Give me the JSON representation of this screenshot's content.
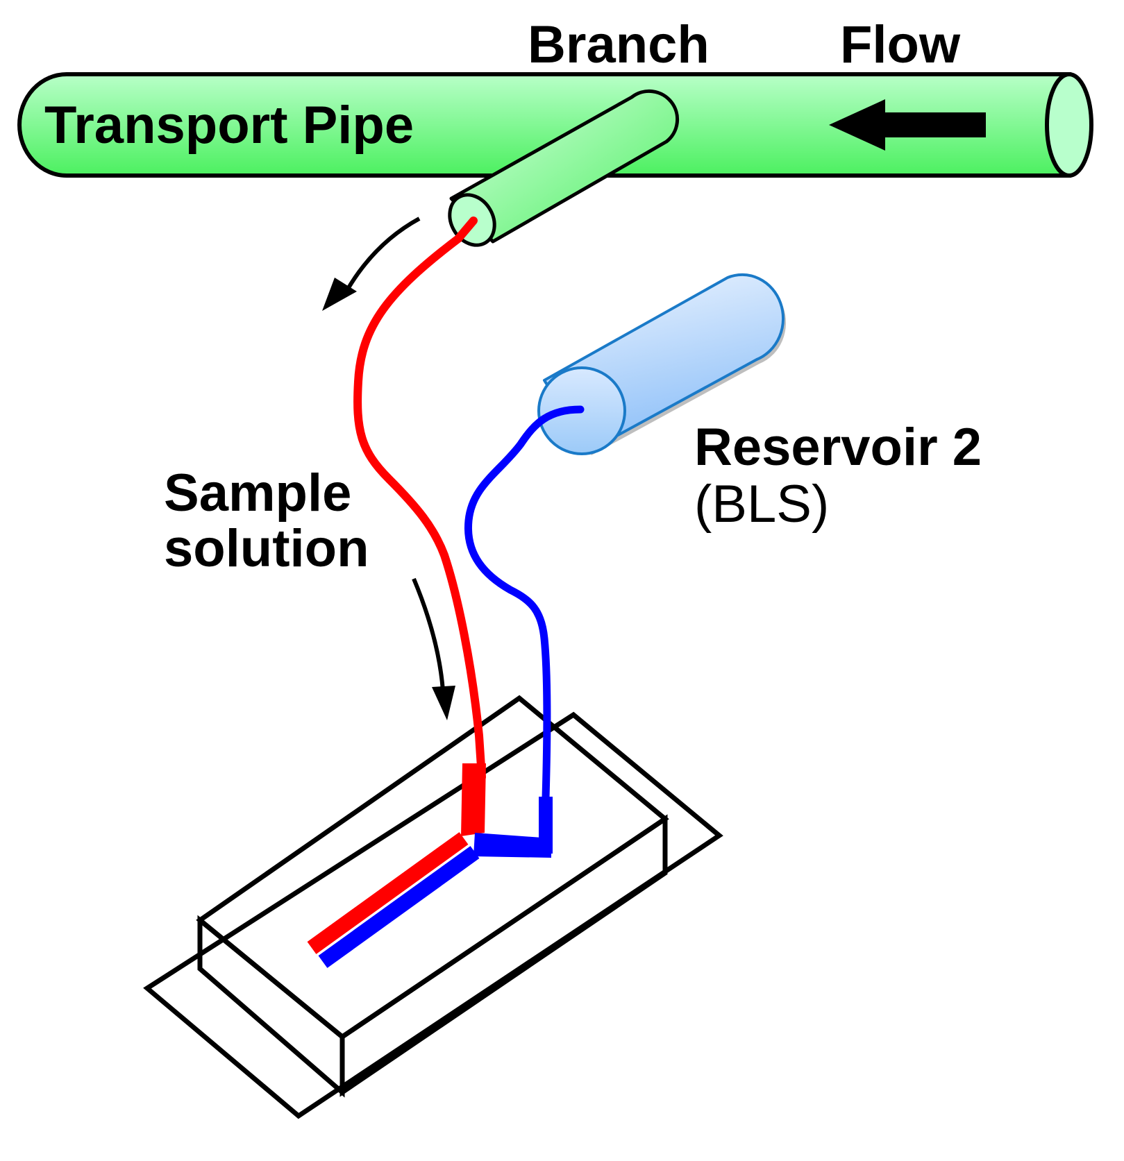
{
  "labels": {
    "branch": "Branch",
    "flow": "Flow",
    "transport_pipe": "Transport Pipe",
    "reservoir": "Reservoir 2",
    "reservoir_sub": "(BLS)",
    "sample_line1": "Sample",
    "sample_line2": "solution"
  },
  "colors": {
    "sample_line": "#ff0000",
    "bls_line": "#0000ff",
    "pipe_light": "#b8ffc8",
    "pipe_dark": "#4cf060",
    "reservoir_light": "#e8f2ff",
    "reservoir_dark": "#8ec0f8",
    "reservoir_stroke": "#1a7ac8",
    "outline": "#000000"
  },
  "icons": [
    "flow-arrow-icon",
    "curved-arrow-icon"
  ]
}
